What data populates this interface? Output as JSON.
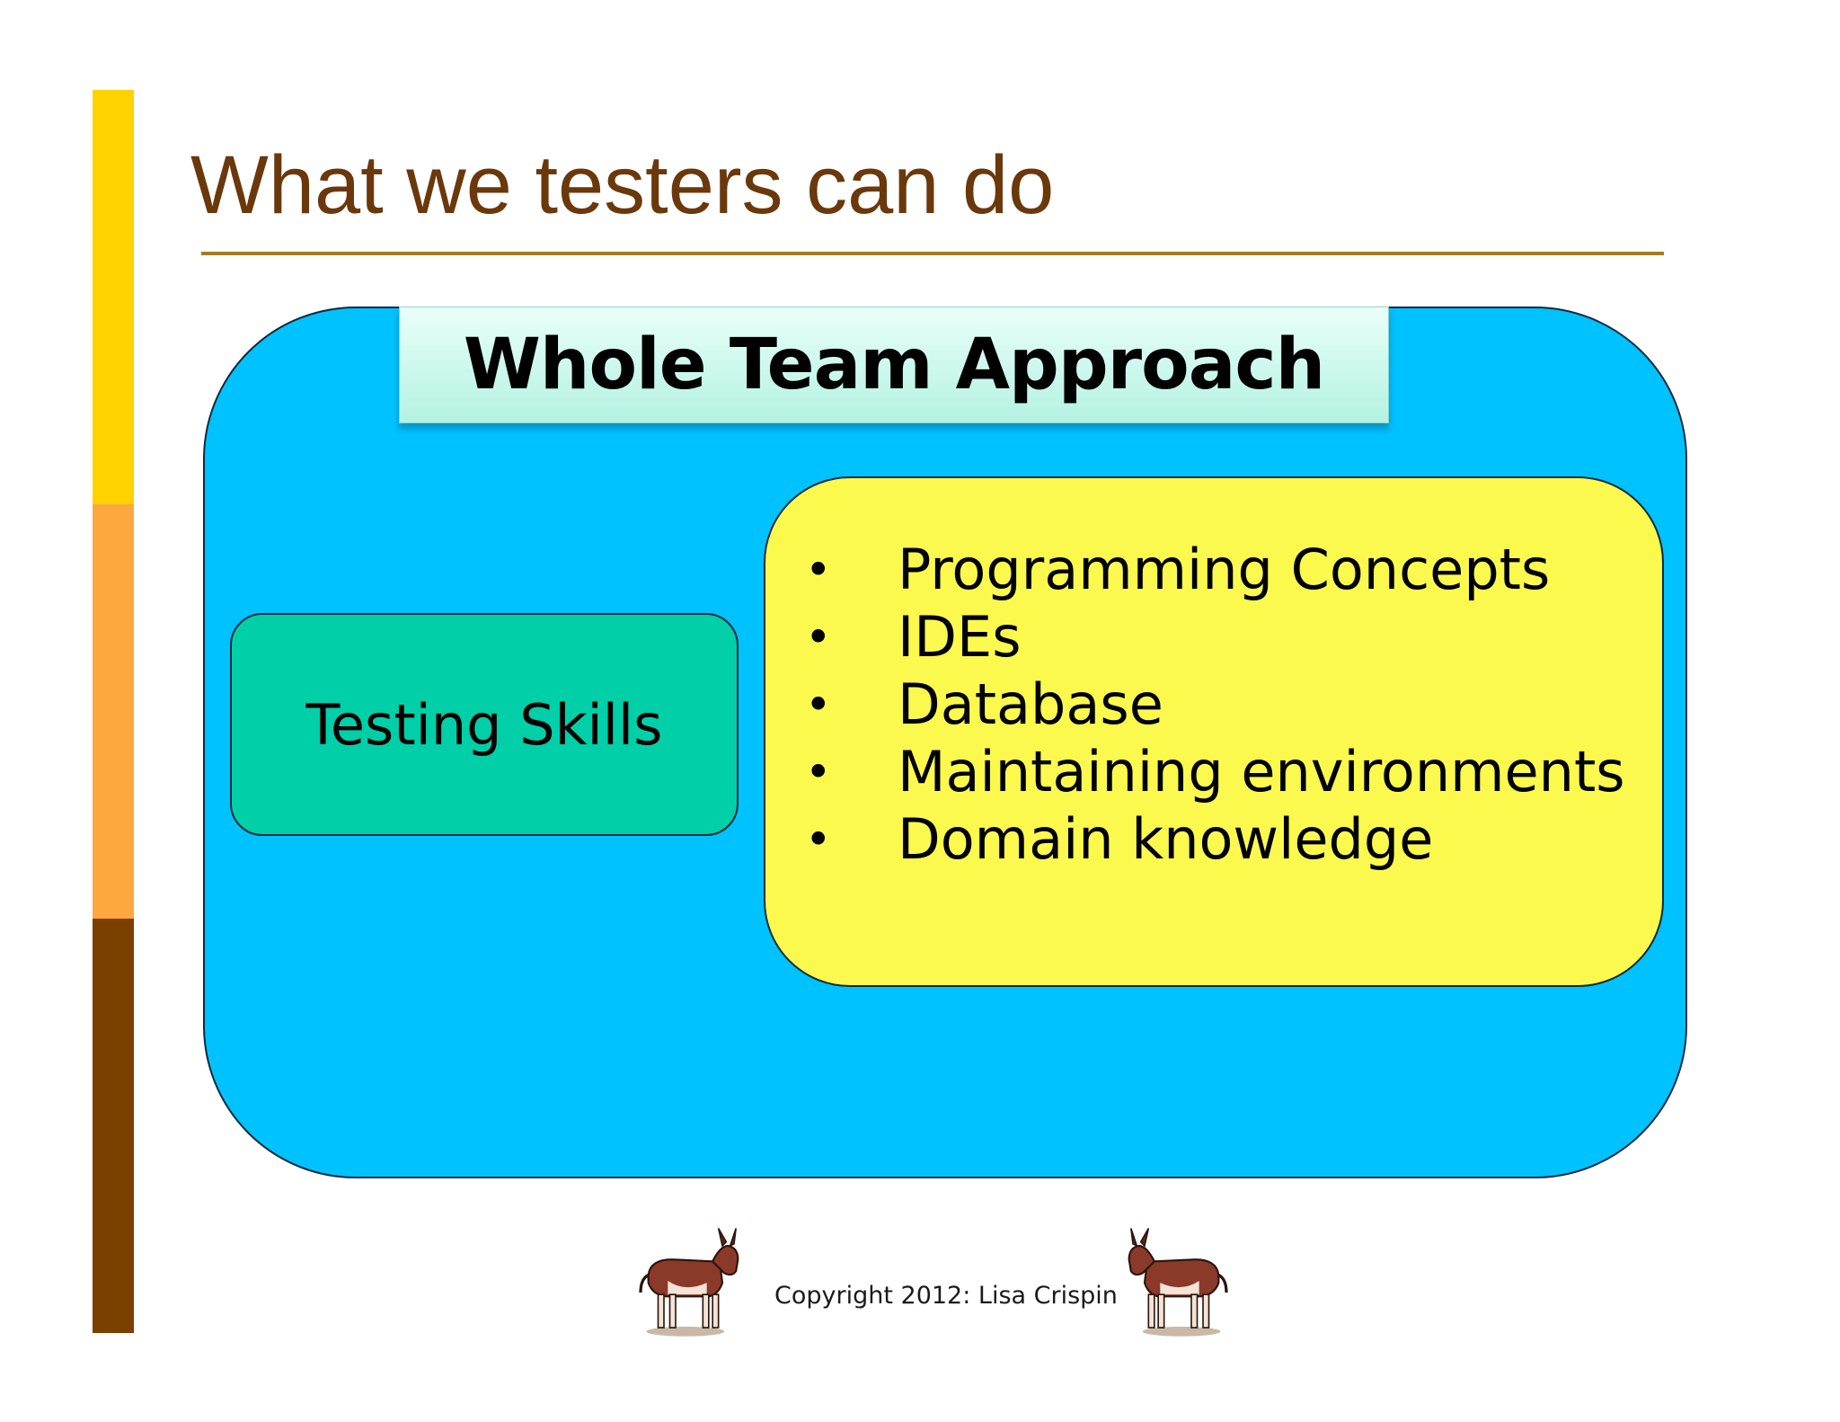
{
  "slide": {
    "title": "What we testers can do",
    "colors": {
      "title": "#6A380B",
      "rule": "#A57C22",
      "bar_gold": "#FFD200",
      "bar_orange": "#FDA73F",
      "bar_brown": "#7B3F00",
      "outer_box": "#00C2FF",
      "banner": "#B4F2E2",
      "skills_box": "#00CFA8",
      "list_box": "#FBF94E"
    }
  },
  "diagram": {
    "banner_title": "Whole Team Approach",
    "skills_label": "Testing Skills",
    "concepts": [
      "Programming Concepts",
      "IDEs",
      "Database",
      "Maintaining environments",
      "Domain knowledge"
    ],
    "bullet_glyph": "•"
  },
  "footer": {
    "copyright": "Copyright 2012: Lisa Crispin",
    "left_image": "donkey-icon",
    "right_image": "donkey-icon"
  }
}
